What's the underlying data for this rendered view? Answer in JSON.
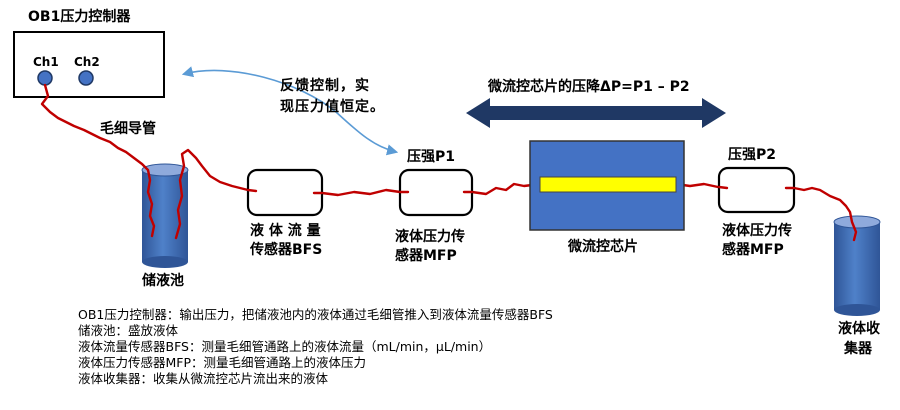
{
  "controller": {
    "title": "OB1压力控制器",
    "ch1": "Ch1",
    "ch2": "Ch2"
  },
  "tubing_label": "毛细导管",
  "reservoir_label": "储液池",
  "feedback_label": [
    "反馈控制，实",
    "现压力值恒定。"
  ],
  "pressure_drop_label": "微流控芯片的压降ΔP=P1 – P2",
  "flow_sensor_label": [
    "液 体 流 量",
    "传感器BFS"
  ],
  "p1_label": "压强P1",
  "p2_label": "压强P2",
  "pressure_sensor_label": [
    "液体压力传",
    "感器MFP"
  ],
  "chip_label": "微流控芯片",
  "collector_label": [
    "液体收",
    "集器"
  ],
  "descriptions": [
    "OB1压力控制器：输出压力，把储液池内的液体通过毛细管推入到液体流量传感器BFS",
    "储液池：盛放液体",
    "液体流量传感器BFS：测量毛细管通路上的液体流量（mL/min，µL/min）",
    "液体压力传感器MFP：测量毛细管通路上的液体压力",
    "液体收集器：收集从微流控芯片流出来的液体"
  ],
  "colors": {
    "tube": "#c00000",
    "reservoir": "#4472c4",
    "chip": "#4472c4",
    "channel": "#ffff00",
    "feedback_arrow": "#5b9bd5",
    "dp_arrow": "#1f3864"
  }
}
